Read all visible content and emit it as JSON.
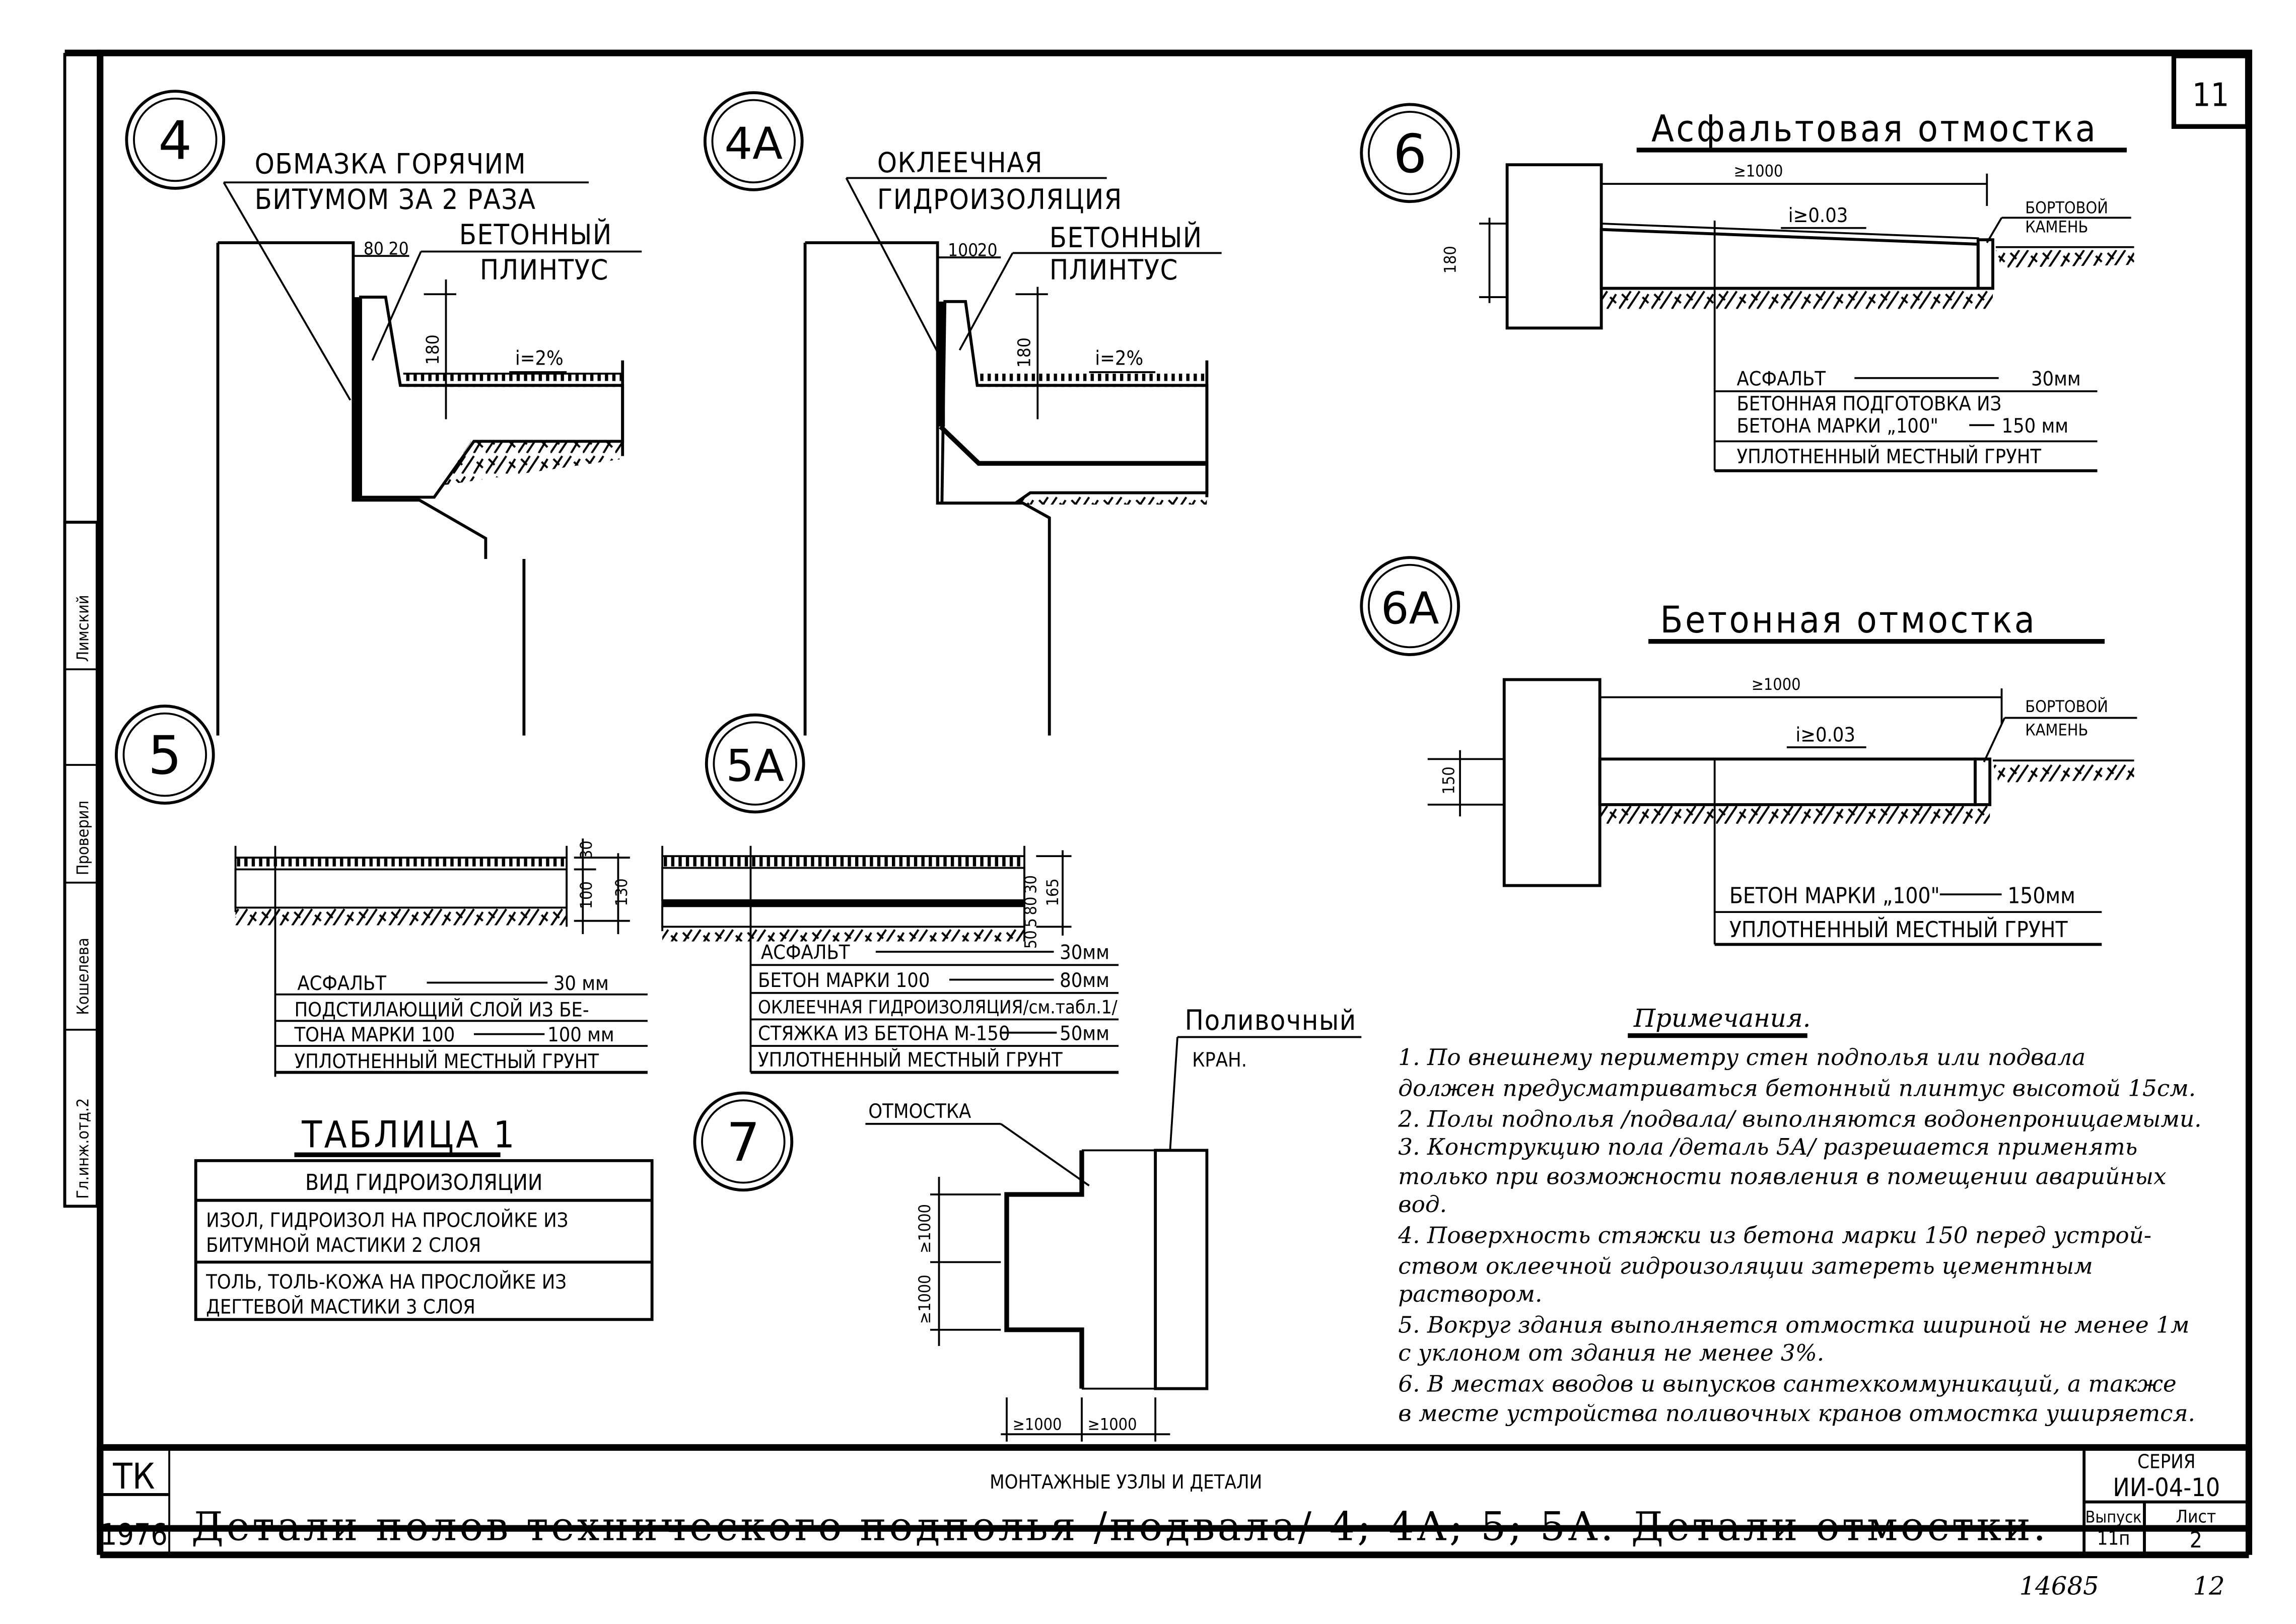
{
  "sheet": {
    "sheet_corner_number": "11",
    "handwritten_inventory_number": "14685",
    "handwritten_page_number": "12"
  },
  "left_stamp": {
    "cells": [
      "Гл.инж.отд.2",
      "Кошелева",
      "Проверил",
      "Лимский"
    ]
  },
  "detail_4": {
    "marker": "4",
    "callout_1_line_1": "ОБМАЗКА ГОРЯЧИМ",
    "callout_1_line_2": "БИТУМОМ ЗА 2 РАЗА",
    "callout_2_line_1": "БЕТОННЫЙ",
    "callout_2_line_2": "ПЛИНТУС",
    "dim_a": "80",
    "dim_b": "20",
    "dim_height": "180",
    "slope": "i=2%"
  },
  "detail_4a": {
    "marker": "4А",
    "callout_1_line_1": "ОКЛЕЕЧНАЯ",
    "callout_1_line_2": "ГИДРОИЗОЛЯЦИЯ",
    "callout_2_line_1": "БЕТОННЫЙ",
    "callout_2_line_2": "ПЛИНТУС",
    "dim_a": "100",
    "dim_b": "20",
    "dim_height": "180",
    "slope": "i=2%"
  },
  "detail_5": {
    "marker": "5",
    "dims": [
      "30",
      "100",
      "130"
    ],
    "layers": [
      {
        "name": "АСФАЛЬТ",
        "value": "30 мм"
      },
      {
        "name": "ПОДСТИЛАЮЩИЙ СЛОЙ ИЗ БЕ-",
        "value": ""
      },
      {
        "name": "ТОНА МАРКИ 100",
        "value": "100 мм"
      },
      {
        "name": "УПЛОТНЕННЫЙ МЕСТНЫЙ ГРУНТ",
        "value": ""
      }
    ]
  },
  "detail_5a": {
    "marker": "5А",
    "dims": [
      "30",
      "80",
      "5",
      "50",
      "165"
    ],
    "layers": [
      {
        "name": "АСФАЛЬТ",
        "value": "30мм"
      },
      {
        "name": "БЕТОН МАРКИ 100",
        "value": "80мм"
      },
      {
        "name": "ОКЛЕЕЧНАЯ ГИДРОИЗОЛЯЦИЯ/см.табл.1/",
        "value": ""
      },
      {
        "name": "СТЯЖКА ИЗ БЕТОНА М-150",
        "value": "50мм"
      },
      {
        "name": "УПЛОТНЕННЫЙ МЕСТНЫЙ ГРУНТ",
        "value": ""
      }
    ]
  },
  "table_1": {
    "title": "ТАБЛИЦА 1",
    "header": "ВИД ГИДРОИЗОЛЯЦИИ",
    "rows": [
      {
        "line_1": "ИЗОЛ, ГИДРОИЗОЛ  НА ПРОСЛОЙКЕ ИЗ",
        "line_2": "БИТУМНОЙ  МАСТИКИ  2 СЛОЯ"
      },
      {
        "line_1": "ТОЛЬ, ТОЛЬ-КОЖА  НА ПРОСЛОЙКЕ ИЗ",
        "line_2": "ДЕГТЕВОЙ  МАСТИКИ  3 СЛОЯ"
      }
    ]
  },
  "detail_6": {
    "marker": "6",
    "title": "Асфальтовая отмостка",
    "dim_width": "≥1000",
    "dim_height": "180",
    "slope": "i≥0.03",
    "callout_curb_line_1": "БОРТОВОЙ",
    "callout_curb_line_2": "КАМЕНЬ",
    "layers": [
      {
        "name": "АСФАЛЬТ",
        "value": "30мм"
      },
      {
        "name": "БЕТОННАЯ ПОДГОТОВКА  ИЗ",
        "value": ""
      },
      {
        "name": "БЕТОНА МАРКИ „100\"",
        "value": "150 мм"
      },
      {
        "name": "УПЛОТНЕННЫЙ МЕСТНЫЙ ГРУНТ",
        "value": ""
      }
    ]
  },
  "detail_6a": {
    "marker": "6А",
    "title": "Бетонная отмостка",
    "dim_width": "≥1000",
    "dim_height": "150",
    "slope": "i≥0.03",
    "callout_curb_line_1": "БОРТОВОЙ",
    "callout_curb_line_2": "КАМЕНЬ",
    "layers": [
      {
        "name": "БЕТОН МАРКИ „100\"",
        "value": "150мм"
      },
      {
        "name": "УПЛОТНЕННЫЙ МЕСТНЫЙ ГРУНТ",
        "value": ""
      }
    ]
  },
  "detail_7": {
    "marker": "7",
    "callout_pavement": "ОТМОСТКА",
    "callout_tap_line_1": "Поливочный",
    "callout_tap_line_2": "КРАН.",
    "dim_v_1": "≥1000",
    "dim_v_2": "≥1000",
    "dim_h_1": "≥1000",
    "dim_h_2": "≥1000"
  },
  "notes": {
    "title": "Примечания.",
    "lines": [
      "1. По внешнему периметру стен подполья или подвала",
      "   должен предусматриваться бетонный плинтус высотой 15см.",
      "2. Полы подполья /подвала/ выполняются водонепроницаемыми.",
      "3. Конструкцию пола /деталь 5А/ разрешается применять",
      "   только при возможности появления в помещении аварийных",
      "   вод.",
      "4. Поверхность стяжки из бетона марки 150 перед устрой-",
      "   ством оклеечной гидроизоляции затереть цементным",
      "   раствором.",
      "5. Вокруг здания выполняется отмостка шириной не менее 1м",
      "   с уклоном от здания не менее 3%.",
      "6. В местах вводов и выпусков сантехкоммуникаций, а также",
      "   в месте устройства поливочных кранов отмостка уширяется."
    ]
  },
  "title_block": {
    "org": "ТК",
    "year": "1976",
    "subtitle": "МОНТАЖНЫЕ УЗЛЫ И ДЕТАЛИ",
    "title": "Детали полов технического подполья /подвала/ 4; 4А; 5; 5А.  Детали отмостки.",
    "series_label": "СЕРИЯ",
    "series_value": "ИИ-04-10",
    "issue_label": "Выпуск",
    "issue_value": "11п",
    "sheet_label": "Лист",
    "sheet_value": "2"
  }
}
